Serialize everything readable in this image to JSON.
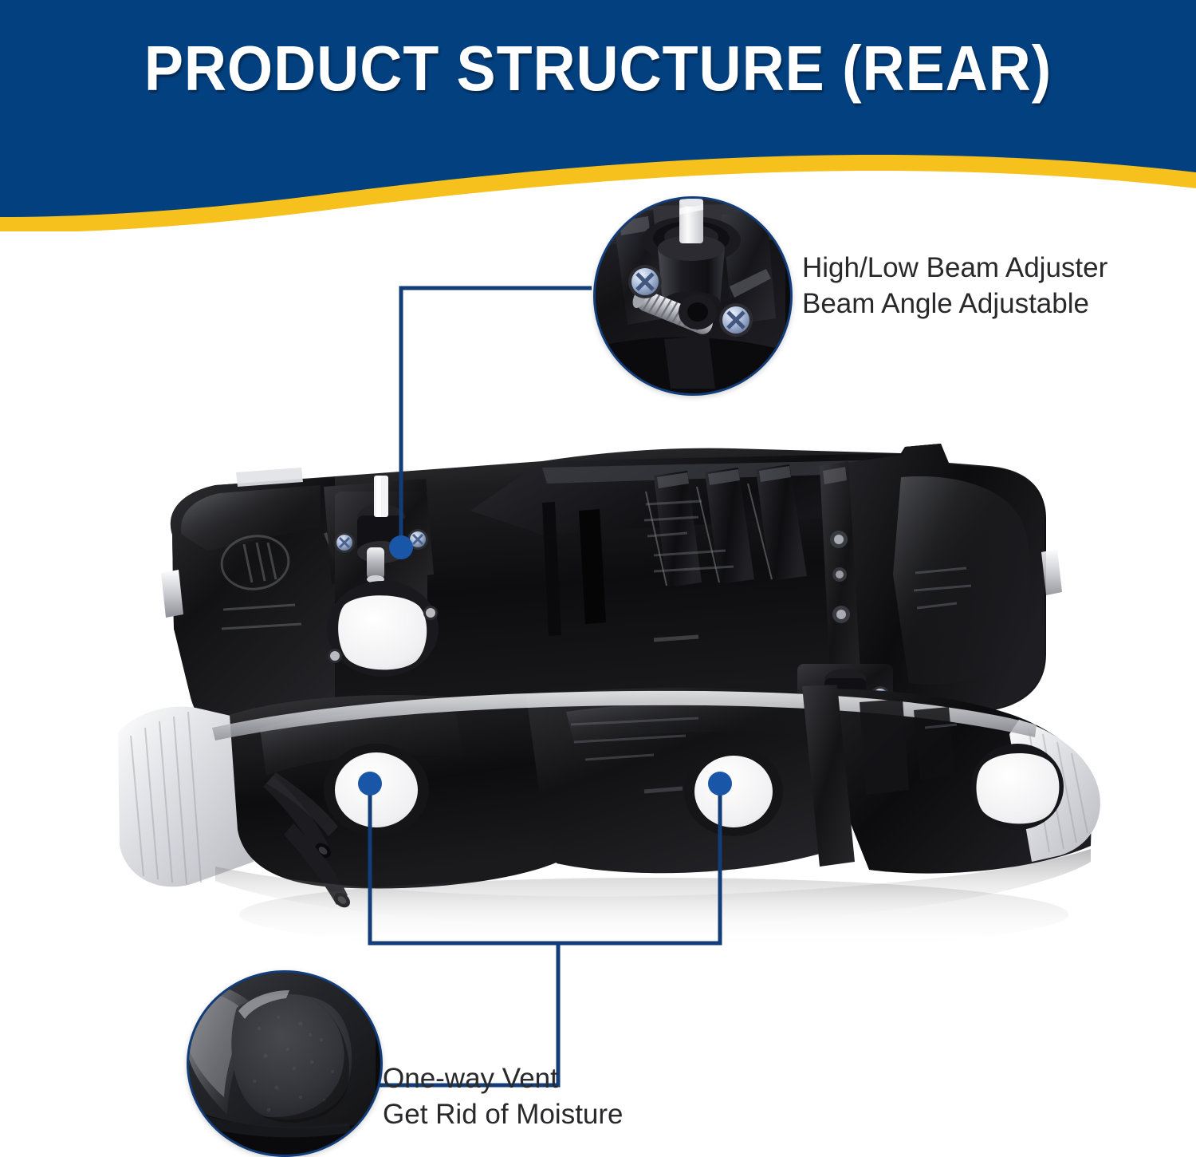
{
  "header": {
    "title": "PRODUCT STRUCTURE (REAR)",
    "banner_color": "#03407f",
    "stripe_color": "#f6c11d",
    "title_color": "#ffffff"
  },
  "theme": {
    "leader_line_color": "#123d78",
    "leader_dot_color": "#1a56a8",
    "label_text_color": "#29292b",
    "background": "#ffffff"
  },
  "product": {
    "name": "headlight-assembly-pair-rear-view",
    "description": "Pair of black headlight housings shown from the rear",
    "housing_color": "#151517",
    "lens_color": "#e9eaec"
  },
  "callouts": [
    {
      "id": "adjuster",
      "icon": "magnified-detail-circle",
      "detail": "beam-adjuster-screw-closeup",
      "line1": "High/Low Beam Adjuster",
      "line2": "Beam Angle Adjustable"
    },
    {
      "id": "vent",
      "icon": "magnified-detail-circle",
      "detail": "one-way-vent-closeup",
      "line1": "One-way Vent",
      "line2": "Get Rid of Moisture"
    }
  ]
}
